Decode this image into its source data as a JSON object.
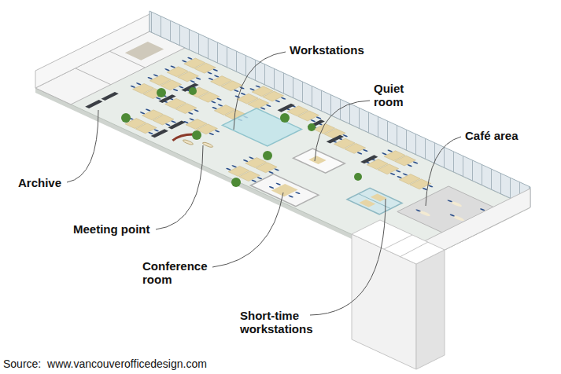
{
  "diagram": {
    "caption": "Source:  www.vancouverofficedesign.com",
    "labels": [
      "Workstations",
      "Quiet room",
      "Café area",
      "Archive",
      "Meeting point",
      "Conference room",
      "Short-time workstations"
    ]
  }
}
